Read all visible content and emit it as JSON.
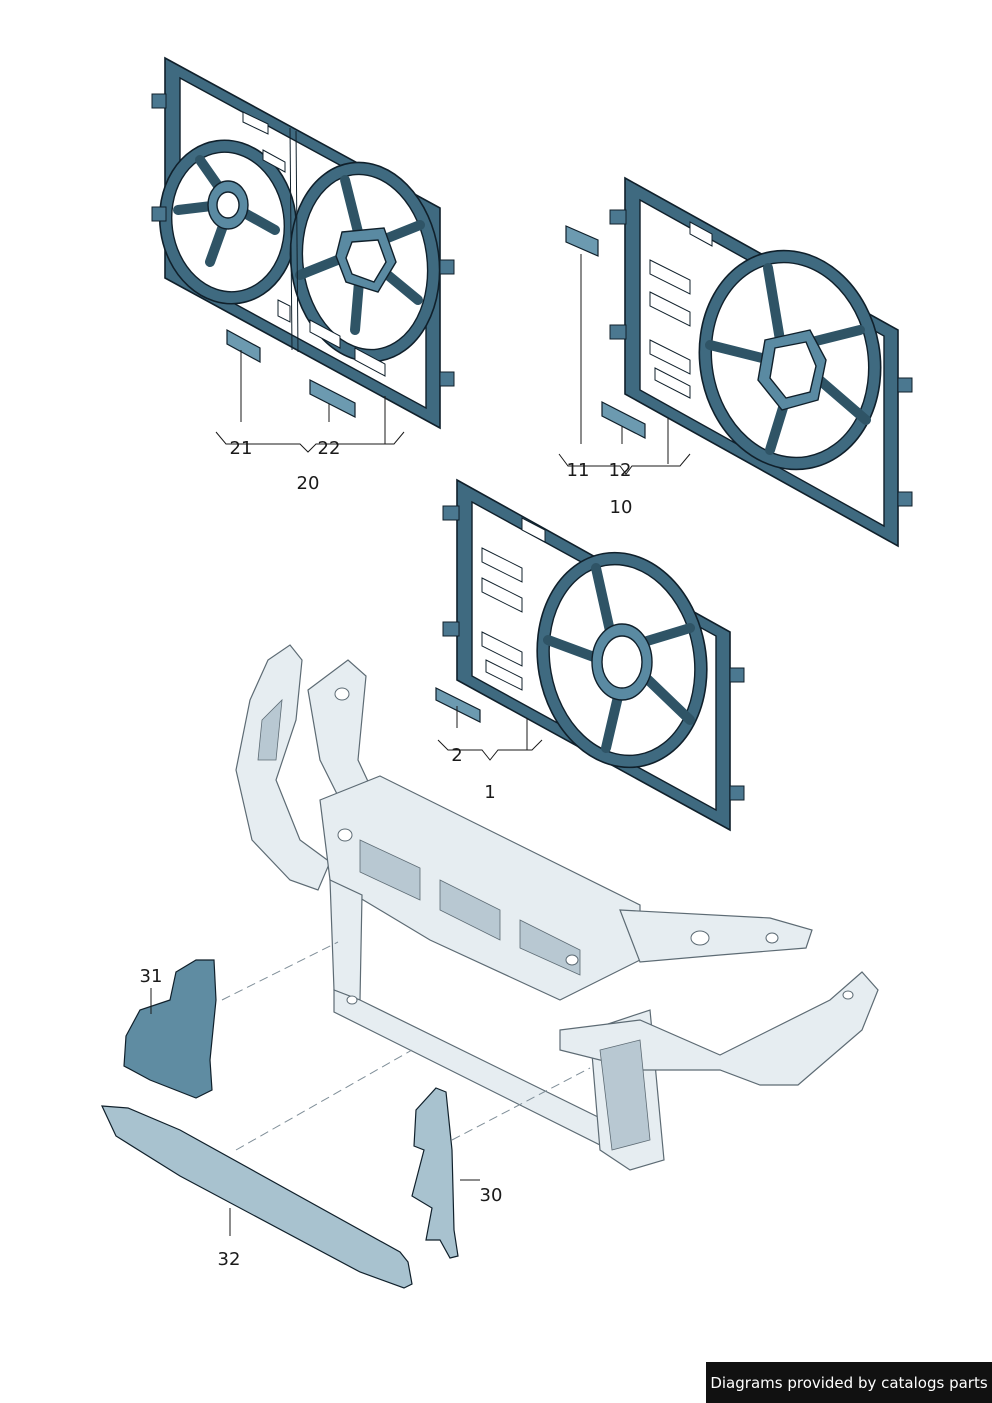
{
  "callouts": {
    "c1": "1",
    "c2": "2",
    "c10": "10",
    "c11": "11",
    "c12": "12",
    "c20": "20",
    "c21": "21",
    "c22": "22",
    "c30": "30",
    "c31": "31",
    "c32": "32"
  },
  "credit": "Diagrams provided by catalogs parts",
  "colors": {
    "part_blue": "#3f6a80",
    "carrier_grey": "#e6edf1",
    "credit_bg": "#111111"
  }
}
